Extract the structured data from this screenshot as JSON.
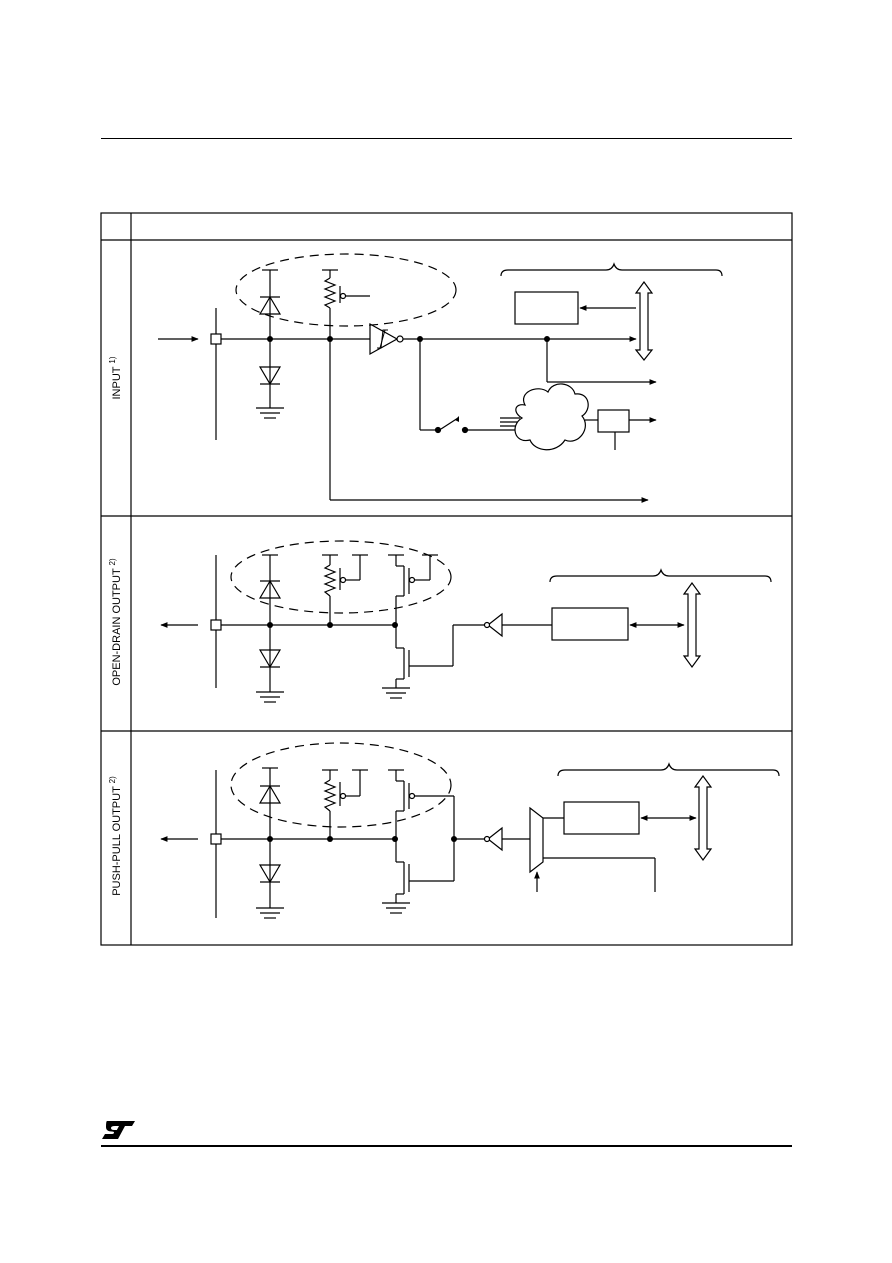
{
  "table": {
    "rows": [
      {
        "label": "INPUT",
        "footnote": "1)"
      },
      {
        "label": "OPEN-DRAIN OUTPUT",
        "footnote": "2)"
      },
      {
        "label": "PUSH-PULL OUTPUT",
        "footnote": "2)"
      }
    ]
  },
  "logo": {
    "icon": "st-logo",
    "text": "ST"
  },
  "colors": {
    "line": "#000000",
    "background": "#ffffff"
  }
}
